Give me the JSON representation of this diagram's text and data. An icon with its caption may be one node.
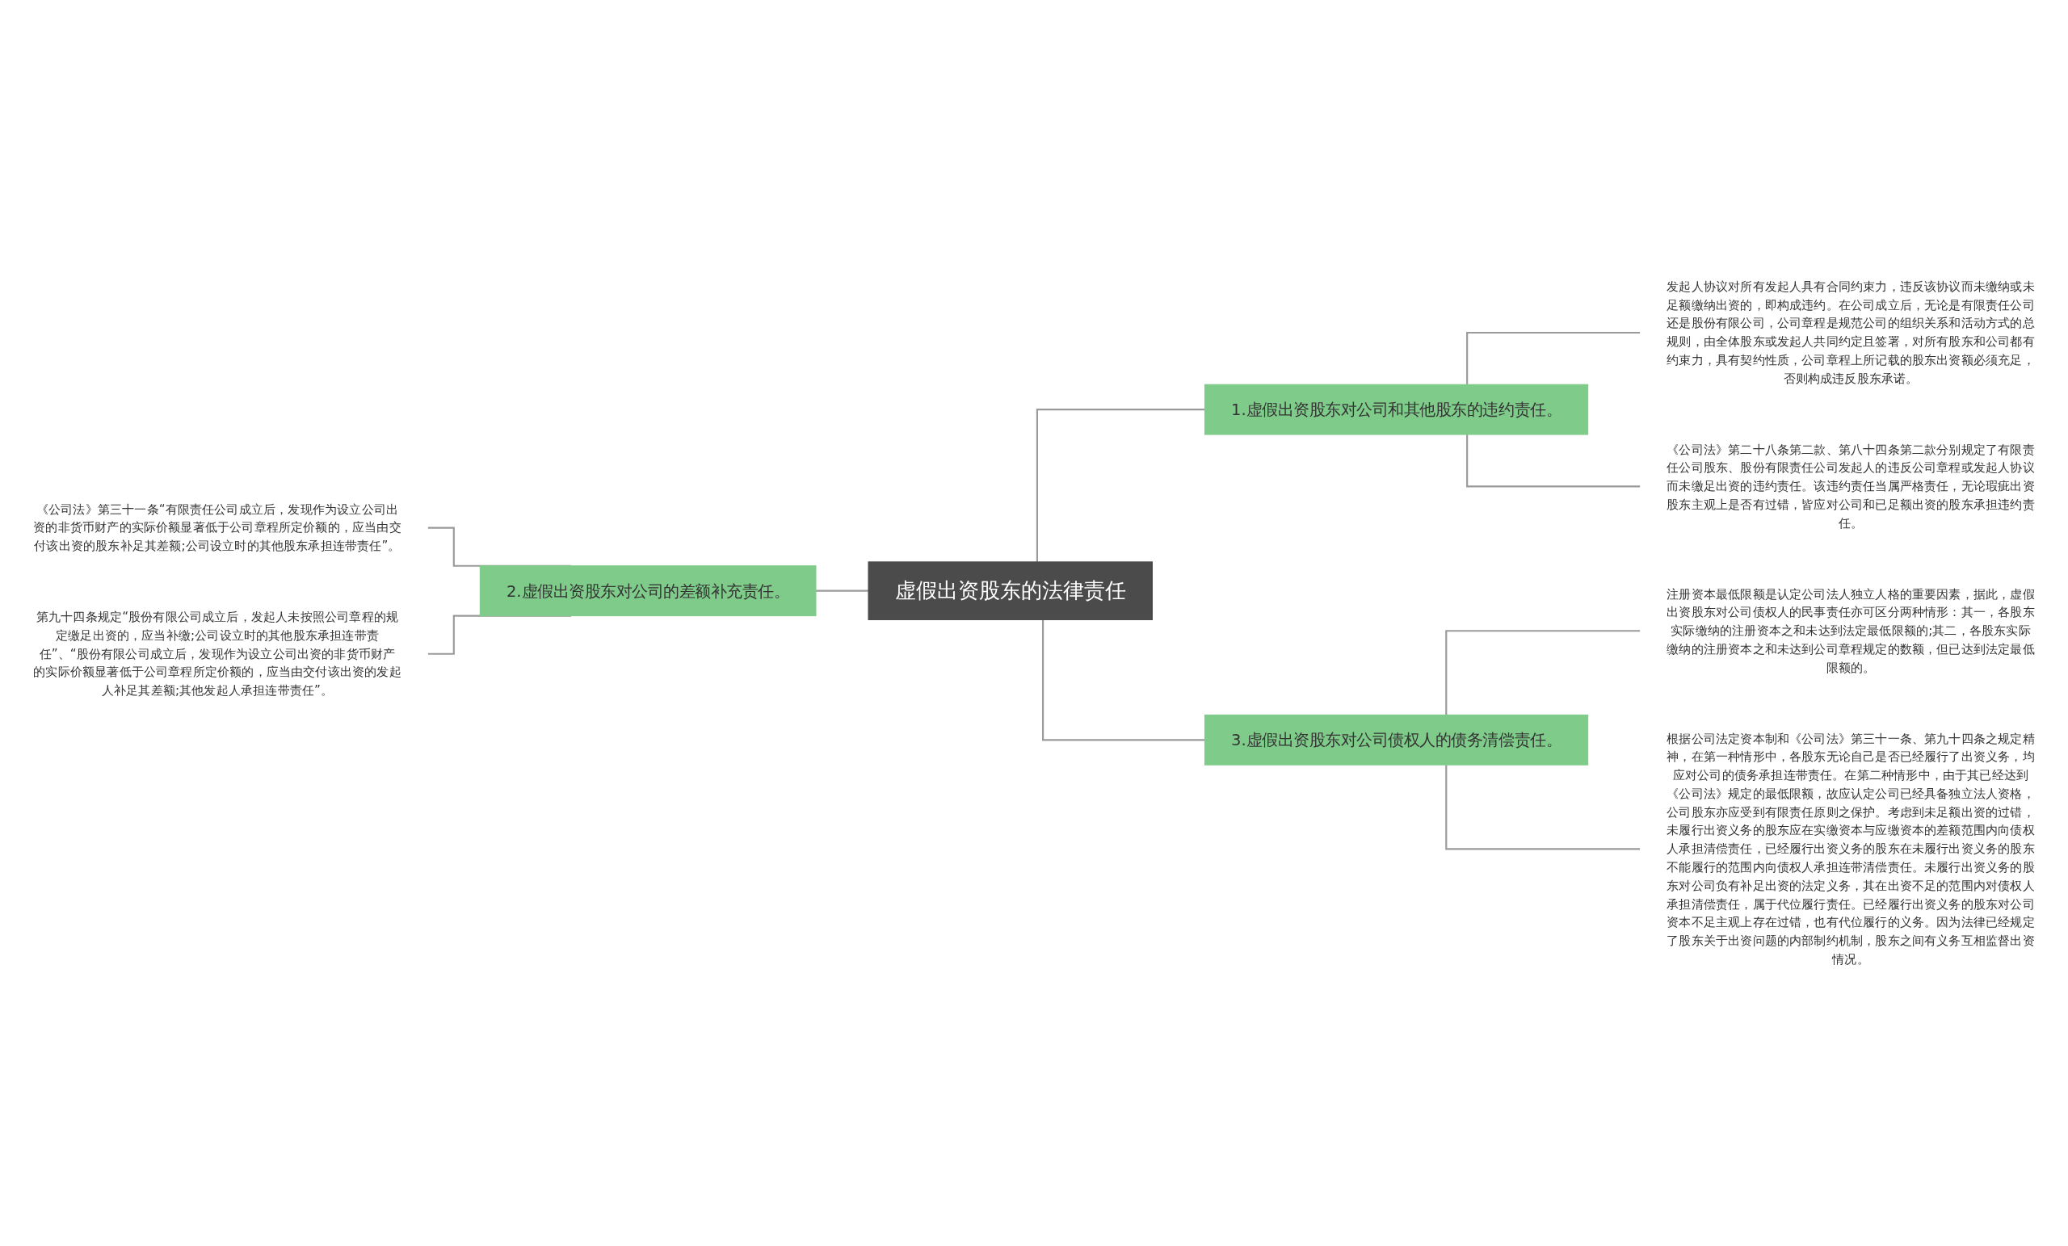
{
  "diagram": {
    "nodes": [
      {
        "text": [
          "虚假出资股东的法律责任"
        ]
      },
      {
        "text": [
          "1.虚假出资股东对公司和其他股东的违约责任。"
        ]
      },
      {
        "text": [
          "发起人协议对所有发起人具有合同约束力，违反该协议而未缴纳或未足额缴纳出资的，即构成违约。在公司成立后，无论是有限责任公司还是股份有限公司，公司章程是规范公司的组织关系和活动方式的总规则，由全体股东或发起人共同约定且签署，对所有股东和公司都有约束力，具有契约性质，公司章程上所记载的股东出资额必须充足，否则构成违反股东承诺。"
        ]
      },
      {
        "text": [
          "《公司法》第二十八条第二款、第八十四条第二款分别规定了有限责任公司股东、股份有限责任公司发起人的违反公司章程或发起人协议而未缴足出资的违约责任。该违约责任当属严格责任，无论瑕疵出资股东主观上是否有过错，皆应对公司和已足额出资的股东承担违约责任。"
        ]
      },
      {
        "text": [
          "2.虚假出资股东对公司的差额补充责任。"
        ]
      },
      {
        "text": [
          "《公司法》第三十一条“有限责任公司成立后，发现作为设立公司出资的非货币财产的实际价额显著低于公司章程所定价额的，应当由交付该出资的股东补足其差额;公司设立时的其他股东承担连带责任”。"
        ]
      },
      {
        "text": [
          "第九十四条规定“股份有限公司成立后，发起人未按照公司章程的规定缴足出资的，应当补缴;公司设立时的其他股东承担连带责任”、“股份有限公司成立后，发现作为设立公司出资的非货币财产的实际价额显著低于公司章程所定价额的，应当由交付该出资的发起人补足其差额;其他发起人承担连带责任”。"
        ]
      },
      {
        "text": [
          "3.虚假出资股东对公司债权人的债务清偿责任。"
        ]
      },
      {
        "text": [
          "注册资本最低限额是认定公司法人独立人格的重要因素，据此，虚假出资股东对公司债权人的民事责任亦可区分两种情形：其一，各股东实际缴纳的注册资本之和未达到法定最低限额的;其二，各股东实际缴纳的注册资本之和未达到公司章程规定的数额，但已达到法定最低限额的。"
        ]
      },
      {
        "text": [
          "根据公司法定资本制和《公司法》第三十一条、第九十四条之规定精神，在第一种情形中，各股东无论自己是否已经履行了出资义务，均应对公司的债务承担连带责任。在第二种情形中，由于其已经达到《公司法》规定的最低限额，故应认定公司已经具备独立法人资格，公司股东亦应受到有限责任原则之保护。考虑到未足额出资的过错，未履行出资义务的股东应在实缴资本与应缴资本的差额范围内向债权人承担清偿责任，已经履行出资义务的股东在未履行出资义务的股东不能履行的范围内向债权人承担连带清偿责任。未履行出资义务的股东对公司负有补足出资的法定义务，其在出资不足的范围内对债权人承担清偿责任，属于代位履行责任。已经履行出资义务的股东对公司资本不足主观上存在过错，也有代位履行的义务。因为法律已经规定了股东关于出资问题的内部制约机制，股东之间有义务互相监督出资情况。"
        ]
      }
    ],
    "edges": [
      {
        "from": 0,
        "to": 1,
        "arrow": "none"
      },
      {
        "from": 1,
        "to": 2,
        "arrow": "none"
      },
      {
        "from": 1,
        "to": 3,
        "arrow": "none"
      },
      {
        "from": 0,
        "to": 4,
        "arrow": "none"
      },
      {
        "from": 4,
        "to": 5,
        "arrow": "none"
      },
      {
        "from": 4,
        "to": 6,
        "arrow": "none"
      },
      {
        "from": 0,
        "to": 7,
        "arrow": "none"
      },
      {
        "from": 7,
        "to": 8,
        "arrow": "none"
      },
      {
        "from": 7,
        "to": 9,
        "arrow": "none"
      }
    ]
  }
}
